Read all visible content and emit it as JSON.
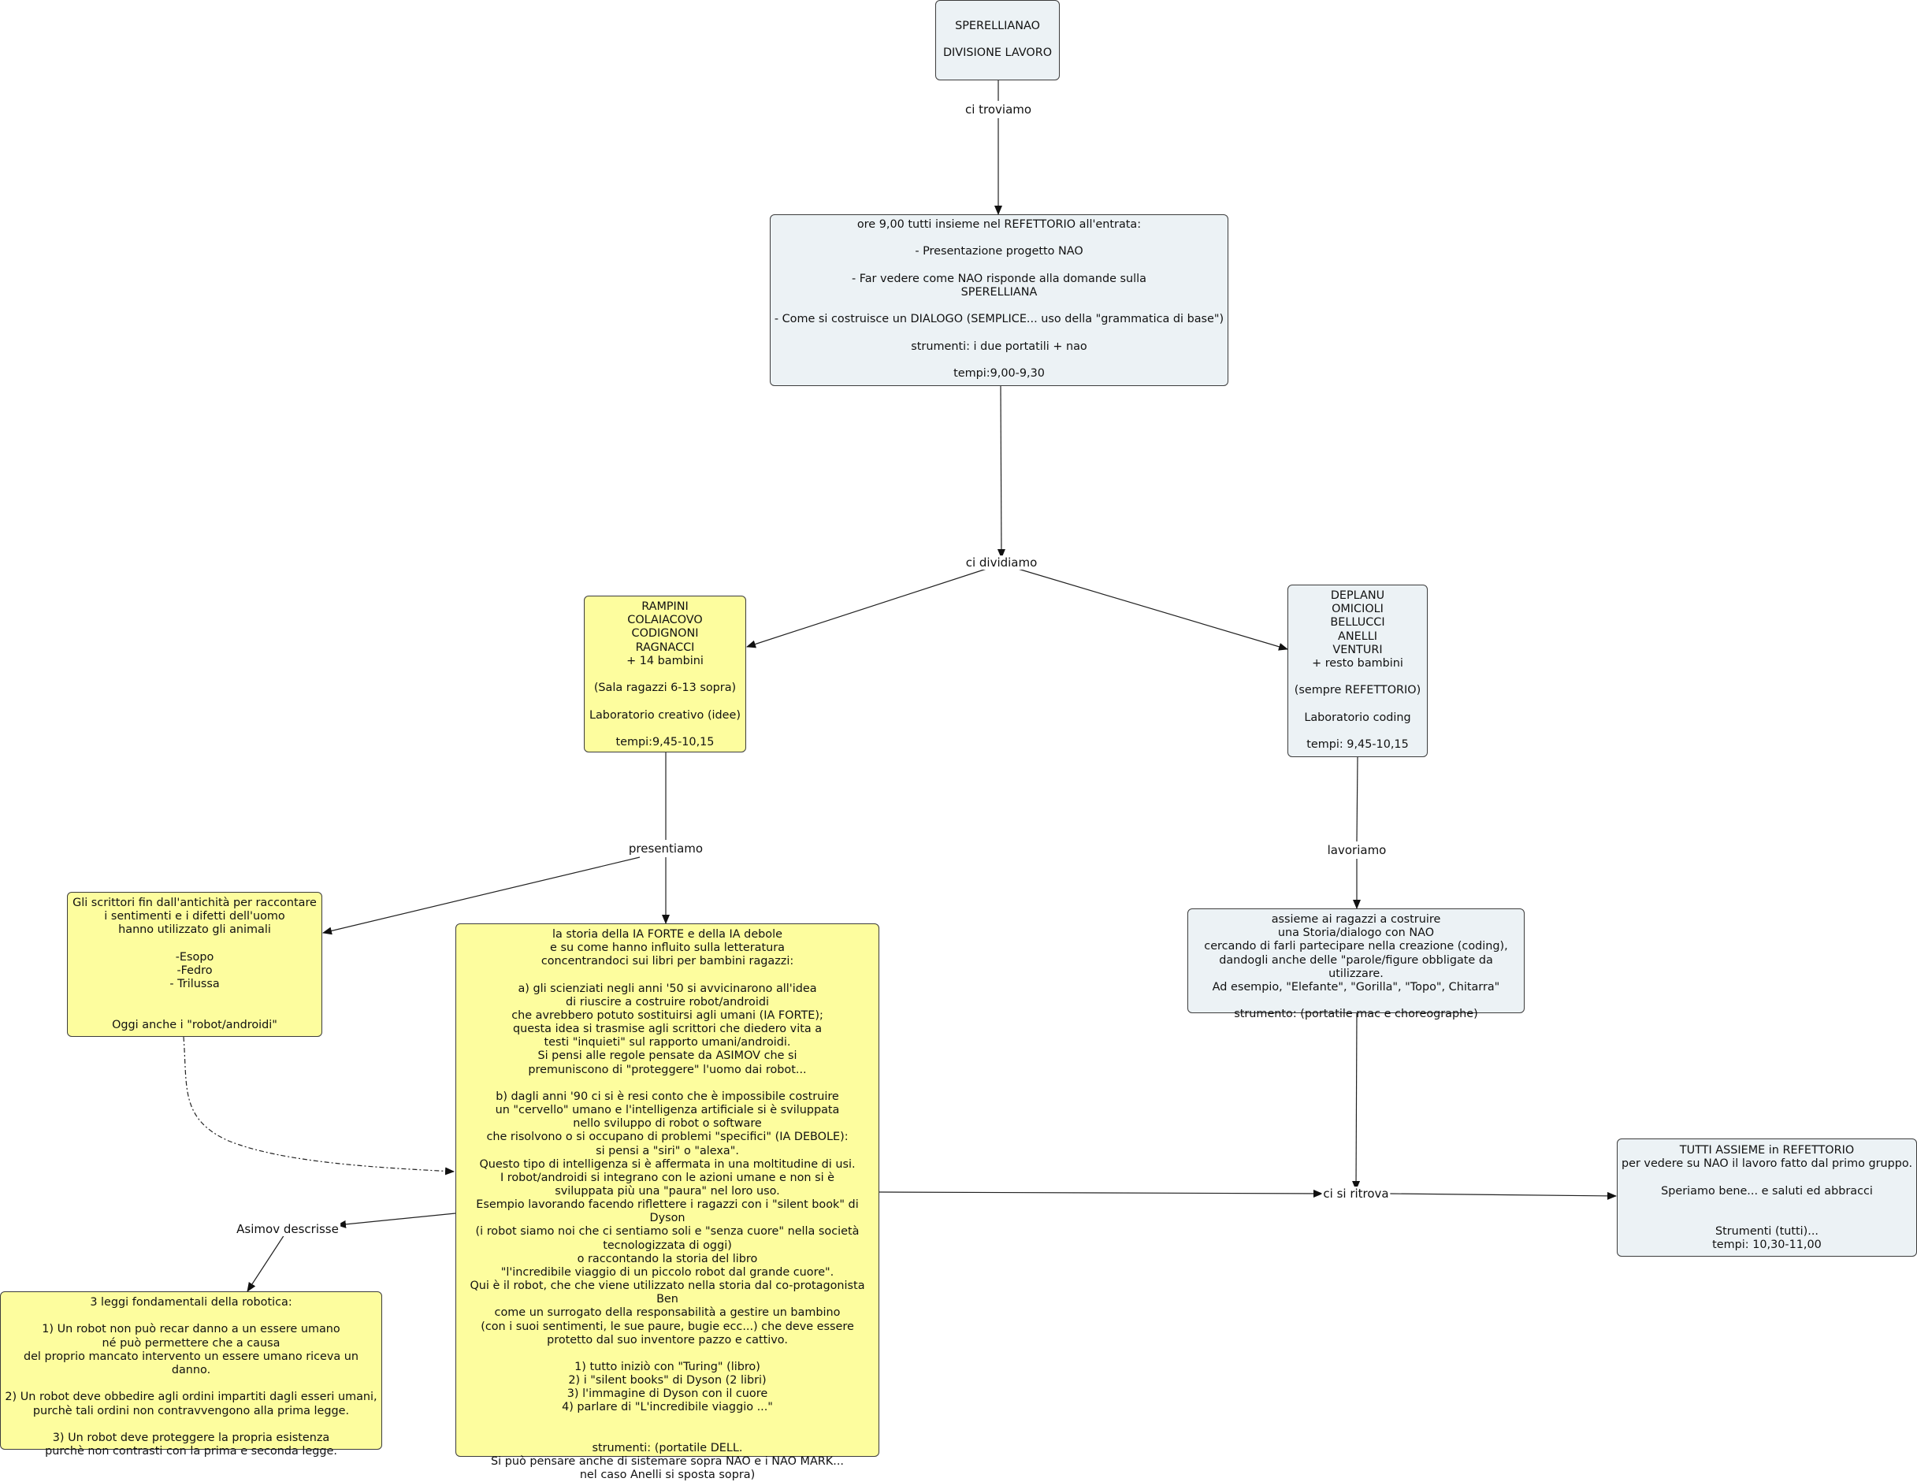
{
  "nodes": {
    "title": "SPERELLIANAO\n\nDIVISIONE LAVORO",
    "refettorio": "ore 9,00 tutti insieme nel REFETTORIO all'entrata:\n\n- Presentazione progetto NAO\n\n- Far vedere come NAO risponde alla domande sulla\nSPERELLIANA\n\n- Come si costruisce un DIALOGO (SEMPLICE... uso della \"grammatica di base\")\n\nstrumenti: i due portatili + nao\n\ntempi:9,00-9,30",
    "group_rampini": "RAMPINI\nCOLAIACOVO\nCODIGNONI\nRAGNACCI\n+ 14 bambini\n\n(Sala ragazzi 6-13 sopra)\n\nLaboratorio creativo (idee)\n\ntempi:9,45-10,15",
    "group_deplanu": "DEPLANU\nOMICIOLI\nBELLUCCI\nANELLI\nVENTURI\n+ resto bambini\n\n(sempre REFETTORIO)\n\nLaboratorio coding\n\ntempi: 9,45-10,15",
    "scrittori": "Gli scrittori fin dall'antichità per raccontare\ni sentimenti e i difetti dell'uomo\nhanno utilizzato gli animali\n\n-Esopo\n-Fedro\n- Trilussa\n\n\nOggi anche i \"robot/androidi\"",
    "storia_ia": "la storia della IA FORTE e della IA debole\ne su come hanno influito sulla letteratura\nconcentrandoci sui libri per bambini ragazzi:\n\na) gli scienziati negli anni '50 si avvicinarono all'idea\ndi riuscire a costruire robot/androidi\nche avrebbero potuto sostituirsi agli umani (IA FORTE);\nquesta idea si trasmise agli scrittori che diedero vita a\ntesti \"inquieti\" sul rapporto umani/androidi.\nSi pensi alle regole pensate da ASIMOV che si\npremuniscono di \"proteggere\" l'uomo dai robot...\n\nb) dagli anni '90 ci si è resi conto che è impossibile costruire\nun \"cervello\" umano e l'intelligenza artificiale si è sviluppata\nnello sviluppo di robot o software\nche risolvono o si occupano di problemi \"specifici\" (IA DEBOLE):\nsi pensi a \"siri\" o \"alexa\".\nQuesto tipo di intelligenza si è affermata in una moltitudine di usi.\nI robot/androidi si integrano con le azioni umane e non si è\nsviluppata più una \"paura\" nel loro uso.\nEsempio lavorando facendo riflettere i ragazzi con i \"silent book\" di Dyson\n(i robot siamo noi che ci sentiamo soli e \"senza cuore\" nella società\ntecnologizzata di oggi)\no raccontando la storia del libro\n\"l'incredibile viaggio di un piccolo robot dal grande cuore\".\nQui è il robot, che che viene utilizzato nella storia dal co-protagonista Ben\ncome un surrogato della responsabilità a gestire un bambino\n(con i suoi sentimenti, le sue paure, bugie ecc...) che deve essere\nprotetto dal suo inventore pazzo e cattivo.\n\n1) tutto iniziò con \"Turing\" (libro)\n2) i \"silent books\" di Dyson (2 libri)\n3) l'immagine di Dyson con il cuore\n4) parlare di \"L'incredibile viaggio ...\"\n\n\nstrumenti: (portatile DELL.\nSi può pensare anche di sistemare sopra NAO e i NAO MARK...\nnel caso Anelli si sposta sopra)",
    "leggi": "3 leggi fondamentali della robotica:\n\n1) Un robot non può recar danno a un essere umano\nné può permettere che a causa\ndel proprio mancato intervento un essere umano riceva un danno.\n\n2) Un robot deve obbedire agli ordini impartiti dagli esseri umani,\npurchè tali ordini non contravvengono alla prima legge.\n\n3) Un robot deve proteggere la propria esistenza\npurchè non contrasti con la prima e seconda legge.",
    "coding_storia": "assieme ai ragazzi a costruire\nuna Storia/dialogo con NAO\ncercando di farli partecipare nella creazione (coding),\ndandogli anche delle \"parole/figure obbligate da utilizzare.\nAd esempio, \"Elefante\", \"Gorilla\", \"Topo\", Chitarra\"\n\nstrumento: (portatile mac e choreographe)",
    "tutti_assieme": "TUTTI ASSIEME in REFETTORIO\nper vedere su NAO il lavoro fatto dal primo gruppo.\n\nSperiamo bene... e saluti ed abbracci\n\n\nStrumenti (tutti)...\ntempi: 10,30-11,00"
  },
  "labels": {
    "ci_troviamo": "ci troviamo",
    "ci_dividiamo": "ci dividiamo",
    "presentiamo": "presentiamo",
    "lavoriamo": "lavoriamo",
    "asimov": "Asimov descrisse",
    "ci_si_ritrova": "ci si ritrova"
  },
  "colors": {
    "blue_node": "#ecf2f5",
    "yellow_node": "#fdfd9e",
    "border": "#3c3c3c",
    "edge": "#222222"
  }
}
